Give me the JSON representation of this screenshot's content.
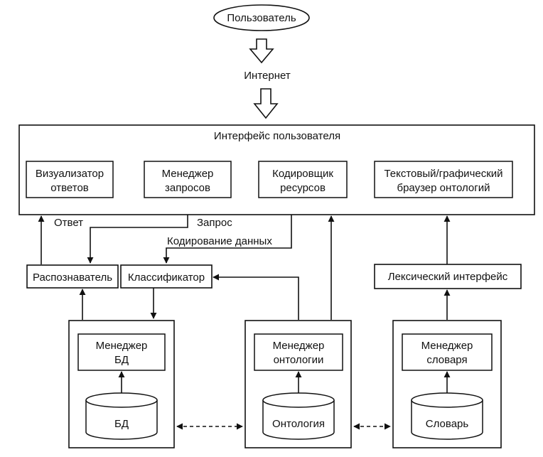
{
  "user": "Пользователь",
  "internet": "Интернет",
  "ui": {
    "title": "Интерфейс пользователя",
    "visualizer": [
      "Визуализатор",
      "ответов"
    ],
    "query_manager": [
      "Менеджер",
      "запросов"
    ],
    "encoder": [
      "Кодировщик",
      "ресурсов"
    ],
    "browser": [
      "Текстовый/графический",
      "браузер онтологий"
    ]
  },
  "flows": {
    "answer": "Ответ",
    "query": "Запрос",
    "data_encoding": "Кодирование данных"
  },
  "recognizer": "Распознаватель",
  "classifier": "Классификатор",
  "lexical_interface": "Лексический интерфейс",
  "db_block": {
    "manager": [
      "Менеджер",
      "БД"
    ],
    "store": "БД"
  },
  "ontology_block": {
    "manager": [
      "Менеджер",
      "онтологии"
    ],
    "store": "Онтология"
  },
  "dictionary_block": {
    "manager": [
      "Менеджер",
      "словаря"
    ],
    "store": "Словарь"
  }
}
